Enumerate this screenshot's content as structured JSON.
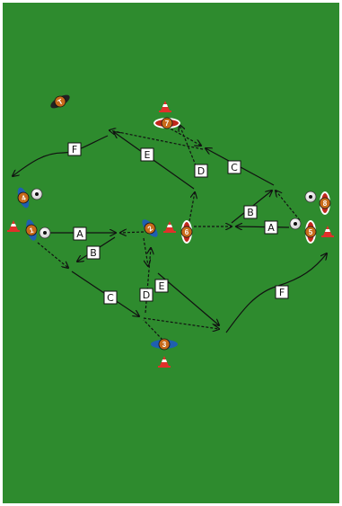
{
  "colors": {
    "pitch": "#2e8b2e",
    "pitch_border": "#ffffff",
    "blue_team": "#1f5fb0",
    "red_team": "#c0281c",
    "coach": "#222222",
    "player_number_fill": "#c86a1a",
    "cone_red": "#e0302a",
    "cone_white": "#ffffff"
  },
  "coach": {
    "label": "T"
  },
  "players": [
    {
      "label": "1",
      "team": "blue"
    },
    {
      "label": "2",
      "team": "blue"
    },
    {
      "label": "3",
      "team": "blue"
    },
    {
      "label": "4",
      "team": "blue"
    },
    {
      "label": "5",
      "team": "red"
    },
    {
      "label": "6",
      "team": "red"
    },
    {
      "label": "7",
      "team": "red"
    },
    {
      "label": "8",
      "team": "red"
    }
  ],
  "move_labels": [
    "A",
    "B",
    "C",
    "D",
    "E",
    "F"
  ],
  "icons": [
    "soccer-ball-icon",
    "training-cone-icon",
    "player-marker-icon",
    "arrow-icon"
  ]
}
